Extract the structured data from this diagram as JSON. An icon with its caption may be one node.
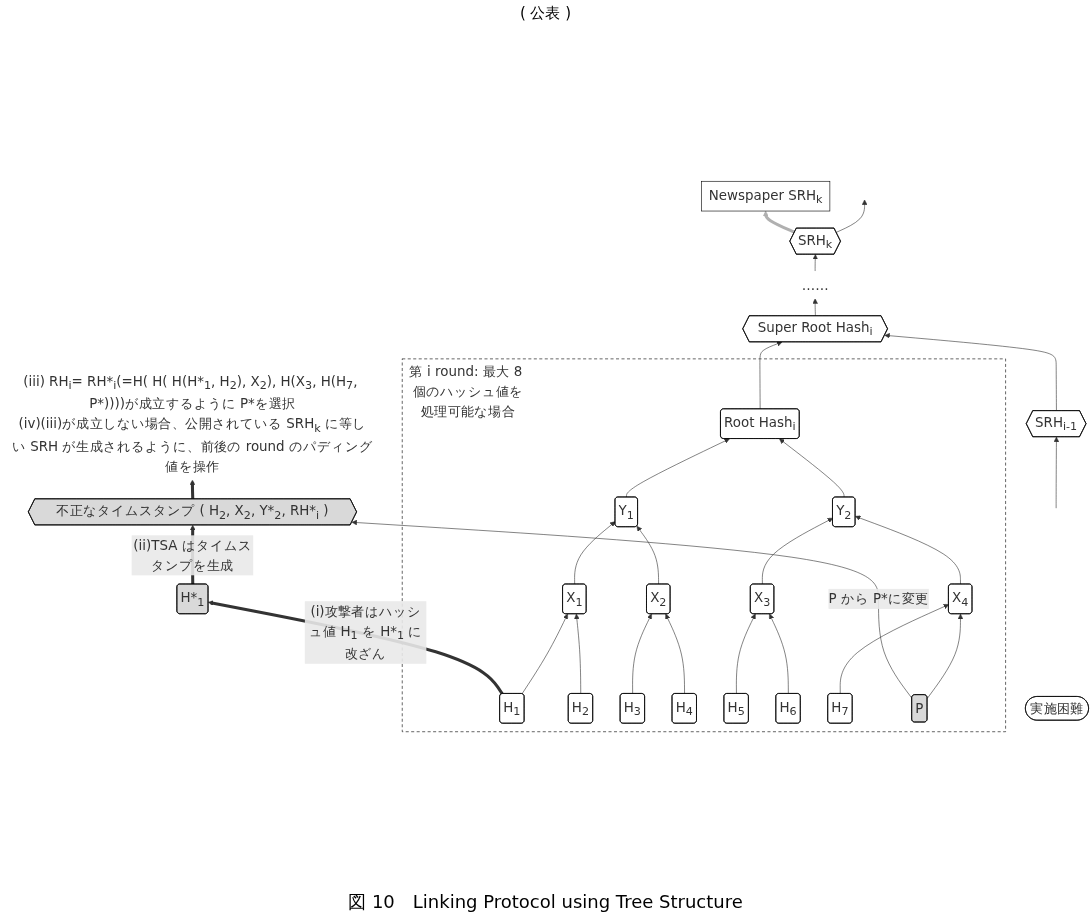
{
  "diagram": {
    "caption": "図 10　Linking Protocol using Tree Structure",
    "nodes": [
      {
        "text": [
          "Newspaper SRH$_{k}$"
        ]
      },
      {
        "text": [
          "SRH$_{i-1}$"
        ]
      },
      {
        "text": [
          "Super Root Hash$_{i}$"
        ]
      },
      {
        "text": [
          "……"
        ]
      },
      {
        "text": [
          "SRH$_{k}$"
        ]
      },
      {
        "text": [
          "第 i round: 最大 8 個のハッシュ値を処理可能な場合"
        ]
      },
      {
        "text": [
          "Root Hash$_{i}$"
        ],
        "in": 5
      },
      {
        "text": [
          "Y$_{1}$"
        ],
        "in": 5
      },
      {
        "text": [
          "Y$_{2}$"
        ],
        "in": 5
      },
      {
        "text": [
          "X$_{1}$"
        ],
        "in": 5
      },
      {
        "text": [
          "X$_{2}$"
        ],
        "in": 5
      },
      {
        "text": [
          "X$_{3}$"
        ],
        "in": 5
      },
      {
        "text": [
          "X$_{4}$"
        ],
        "in": 5
      },
      {
        "text": [
          "H$_{1}$"
        ],
        "in": 5
      },
      {
        "text": [
          "H$_{2}$"
        ],
        "in": 5
      },
      {
        "text": [
          "H$_{3}$"
        ],
        "in": 5
      },
      {
        "text": [
          "H$_{4}$"
        ],
        "in": 5
      },
      {
        "text": [
          "H$_{5}$"
        ],
        "in": 5
      },
      {
        "text": [
          "H$_{6}$"
        ],
        "in": 5
      },
      {
        "text": [
          "H$_{7}$"
        ],
        "in": 5
      },
      {
        "text": [
          "P"
        ],
        "in": 5
      },
      {
        "text": [
          "H*$_{1}$"
        ]
      },
      {
        "text": [
          "不正なタイムスタンプ ( H$_{2}$, X$_{2}$, Y*$_{2}$, RH*$_{i}$ )"
        ]
      },
      {
        "text": [
          "実施困難"
        ]
      },
      {
        "text": [
          "(iii) RH$_{i}$= RH*$_{i}$(=H( H( H(H*$_{1}$, H$_{2}$), X$_{2}$), H(X$_{3}$, H(H$_{7}$, P*))))が成立するように P*を選択",
          "(iv)(iii)が成立しない場合、公開されている SRH$_{k}$ に等しい SRH が生成されるように、前後の round のパディング値を操作"
        ]
      }
    ],
    "edges": [
      {
        "from": null,
        "to": 1,
        "arrow": "to"
      },
      {
        "from": 1,
        "to": 2,
        "arrow": "to"
      },
      {
        "from": 2,
        "to": 3,
        "arrow": "to"
      },
      {
        "from": 3,
        "to": 4,
        "arrow": "to"
      },
      {
        "from": 4,
        "to": null,
        "arrow": "to"
      },
      {
        "from": 4,
        "to": 0,
        "arrow": "to",
        "style": "thick",
        "color": "#b0b0b0"
      },
      {
        "from": 6,
        "to": 2,
        "arrow": "to"
      },
      {
        "from": 7,
        "to": 6,
        "arrow": "to"
      },
      {
        "from": 8,
        "to": 6,
        "arrow": "to"
      },
      {
        "from": 9,
        "to": 7,
        "arrow": "to"
      },
      {
        "from": 10,
        "to": 7,
        "arrow": "to"
      },
      {
        "from": 11,
        "to": 8,
        "arrow": "to"
      },
      {
        "from": 12,
        "to": 8,
        "arrow": "to"
      },
      {
        "from": 13,
        "to": 9,
        "arrow": "to"
      },
      {
        "from": 14,
        "to": 9,
        "arrow": "to"
      },
      {
        "from": 15,
        "to": 10,
        "arrow": "to"
      },
      {
        "from": 16,
        "to": 10,
        "arrow": "to"
      },
      {
        "from": 17,
        "to": 11,
        "arrow": "to"
      },
      {
        "from": 18,
        "to": 11,
        "arrow": "to"
      },
      {
        "from": 19,
        "to": 12,
        "arrow": "to"
      },
      {
        "from": 20,
        "to": 12,
        "arrow": "to"
      },
      {
        "from": 13,
        "to": 21,
        "arrow": "to",
        "style": "thick",
        "label": "(i)攻撃者はハッシュ値 H$_{1}$ を H*$_{1}$ に改ざん"
      },
      {
        "from": 21,
        "to": 22,
        "arrow": "to",
        "style": "thick",
        "label": "(ii)TSA はタイムスタンプを生成"
      },
      {
        "from": 20,
        "to": 22,
        "arrow": "to",
        "label": "P から P*に変更"
      },
      {
        "from": 22,
        "to": 24,
        "arrow": "to",
        "style": "thick"
      }
    ],
    "labels": [
      "( 公表 )"
    ]
  }
}
